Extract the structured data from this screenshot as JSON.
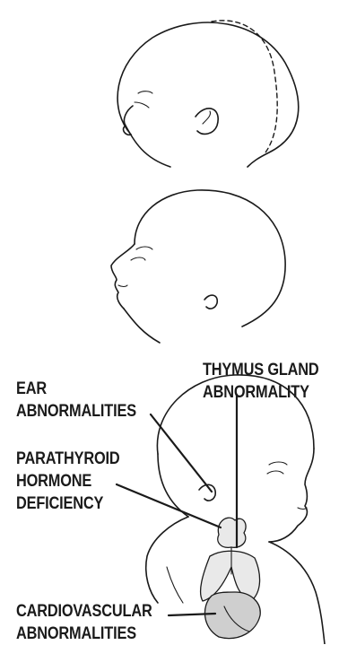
{
  "labels": {
    "thymus": [
      "THYMUS GLAND",
      "ABNORMALITY"
    ],
    "ear": [
      "EAR",
      "ABNORMALITIES"
    ],
    "parathyroid": [
      "PARATHYROID",
      "HORMONE",
      "DEFICIENCY"
    ],
    "cardio": [
      "CARDIOVASCULAR",
      "ABNORMALITIES"
    ]
  }
}
